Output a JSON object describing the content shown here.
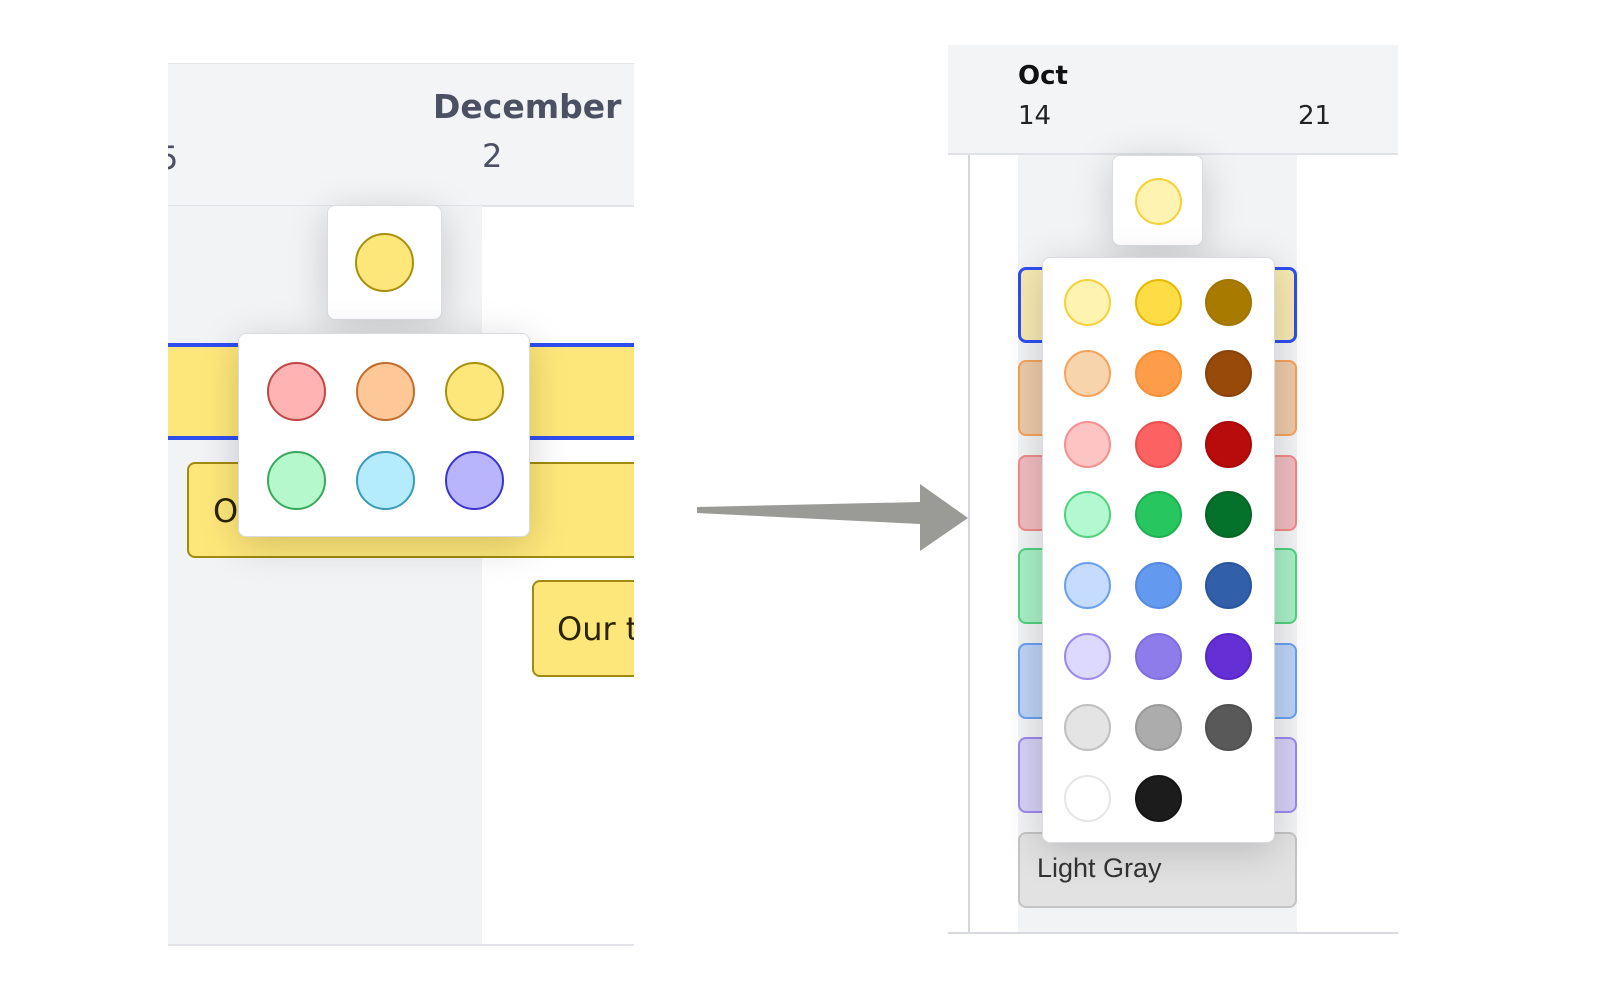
{
  "before": {
    "month": "December",
    "days": [
      "5",
      "2"
    ],
    "bar_texts": [
      "O",
      "Our t"
    ],
    "selected_color": {
      "fill": "#fee77a",
      "border": "#a8900f"
    },
    "swatches": [
      {
        "fill": "#ffb3b3",
        "border": "#c24545"
      },
      {
        "fill": "#fec797",
        "border": "#c26d2d"
      },
      {
        "fill": "#fee77a",
        "border": "#a8900f"
      },
      {
        "fill": "#b5f8cc",
        "border": "#3aa85c"
      },
      {
        "fill": "#b5ecfd",
        "border": "#3a9ab8"
      },
      {
        "fill": "#b9b5fd",
        "border": "#3a35d0"
      }
    ]
  },
  "after": {
    "month": "Oct",
    "days": [
      "14",
      "21"
    ],
    "selected_color": {
      "fill": "#fef3b0",
      "border": "#f5d23a"
    },
    "bar_label": "Light Gray",
    "bars": [
      {
        "fill": "#f6e9b2",
        "border": "#2f4ef0"
      },
      {
        "fill": "#eccaa8",
        "border": "#f6a25a"
      },
      {
        "fill": "#f0bcbf",
        "border": "#f08a8a"
      },
      {
        "fill": "#a8efc6",
        "border": "#52d07e"
      },
      {
        "fill": "#bcd3f6",
        "border": "#6aa0f0"
      },
      {
        "fill": "#d5d0f5",
        "border": "#9c88ee"
      },
      {
        "fill": "#e2e2e2",
        "border": "#c4c4c4"
      }
    ],
    "swatches": [
      {
        "fill": "#fef3b0",
        "border": "#f5d23a"
      },
      {
        "fill": "#fddc46",
        "border": "#e8b800"
      },
      {
        "fill": "#a87b00",
        "border": "#a07500"
      },
      {
        "fill": "#f8d4ad",
        "border": "#f6a25a"
      },
      {
        "fill": "#fd9d4a",
        "border": "#f59035"
      },
      {
        "fill": "#984a0a",
        "border": "#8a4208"
      },
      {
        "fill": "#fec4c4",
        "border": "#f59090"
      },
      {
        "fill": "#fd6262",
        "border": "#e85050"
      },
      {
        "fill": "#b80c0c",
        "border": "#a80a0a"
      },
      {
        "fill": "#b2f8d0",
        "border": "#52d07e"
      },
      {
        "fill": "#27c65f",
        "border": "#1faf52"
      },
      {
        "fill": "#05722c",
        "border": "#046526"
      },
      {
        "fill": "#c6dcff",
        "border": "#6aa0f0"
      },
      {
        "fill": "#6399ee",
        "border": "#5588e0"
      },
      {
        "fill": "#325fa9",
        "border": "#2a55a0"
      },
      {
        "fill": "#ddd9fe",
        "border": "#9c88ee"
      },
      {
        "fill": "#8e7cea",
        "border": "#7f6de0"
      },
      {
        "fill": "#652fd6",
        "border": "#5a26c8"
      },
      {
        "fill": "#e4e4e4",
        "border": "#c0c0c0"
      },
      {
        "fill": "#acacac",
        "border": "#9a9a9a"
      },
      {
        "fill": "#595959",
        "border": "#505050"
      },
      {
        "fill": "#ffffff",
        "border": "#e6e6e6"
      },
      {
        "fill": "#1c1c1c",
        "border": "#151515"
      }
    ]
  },
  "arrow_color": "#9a9a96"
}
